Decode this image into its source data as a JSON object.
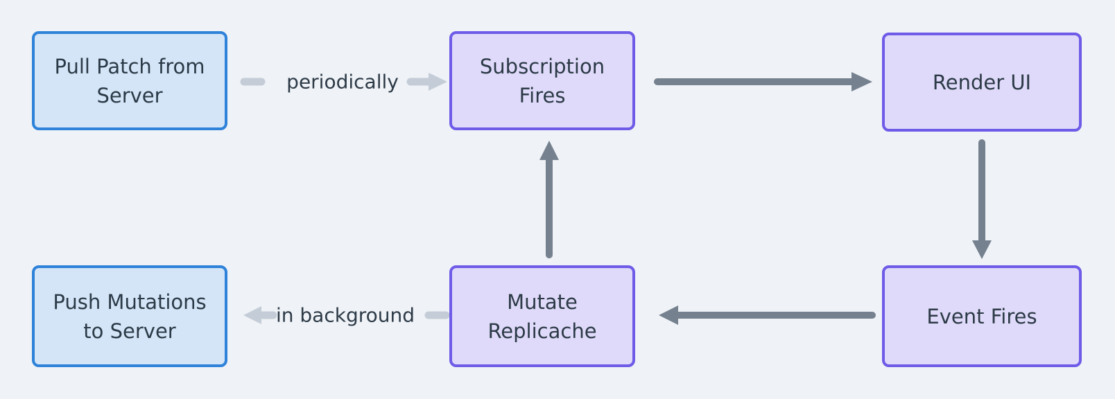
{
  "colors": {
    "canvasBg": "#eff2f6",
    "nodeBlueFill": "#d4e5f7",
    "nodeBlueBorder": "#2e82d9",
    "nodePurpleFill": "#dfdaf9",
    "nodePurpleBorder": "#6e5be8",
    "arrowDark": "#75818f",
    "arrowLight": "#c4cdd7",
    "textDark": "#2c3a47"
  },
  "nodes": {
    "pull_patch": {
      "line1": "Pull Patch from",
      "line2": "Server"
    },
    "subscription_fires": {
      "line1": "Subscription",
      "line2": "Fires"
    },
    "render_ui": {
      "line1": "Render UI"
    },
    "push_mutations": {
      "line1": "Push Mutations",
      "line2": "to Server"
    },
    "mutate_replicache": {
      "line1": "Mutate",
      "line2": "Replicache"
    },
    "event_fires": {
      "line1": "Event Fires"
    }
  },
  "edge_labels": {
    "periodically": "periodically",
    "in_background": "in background"
  }
}
